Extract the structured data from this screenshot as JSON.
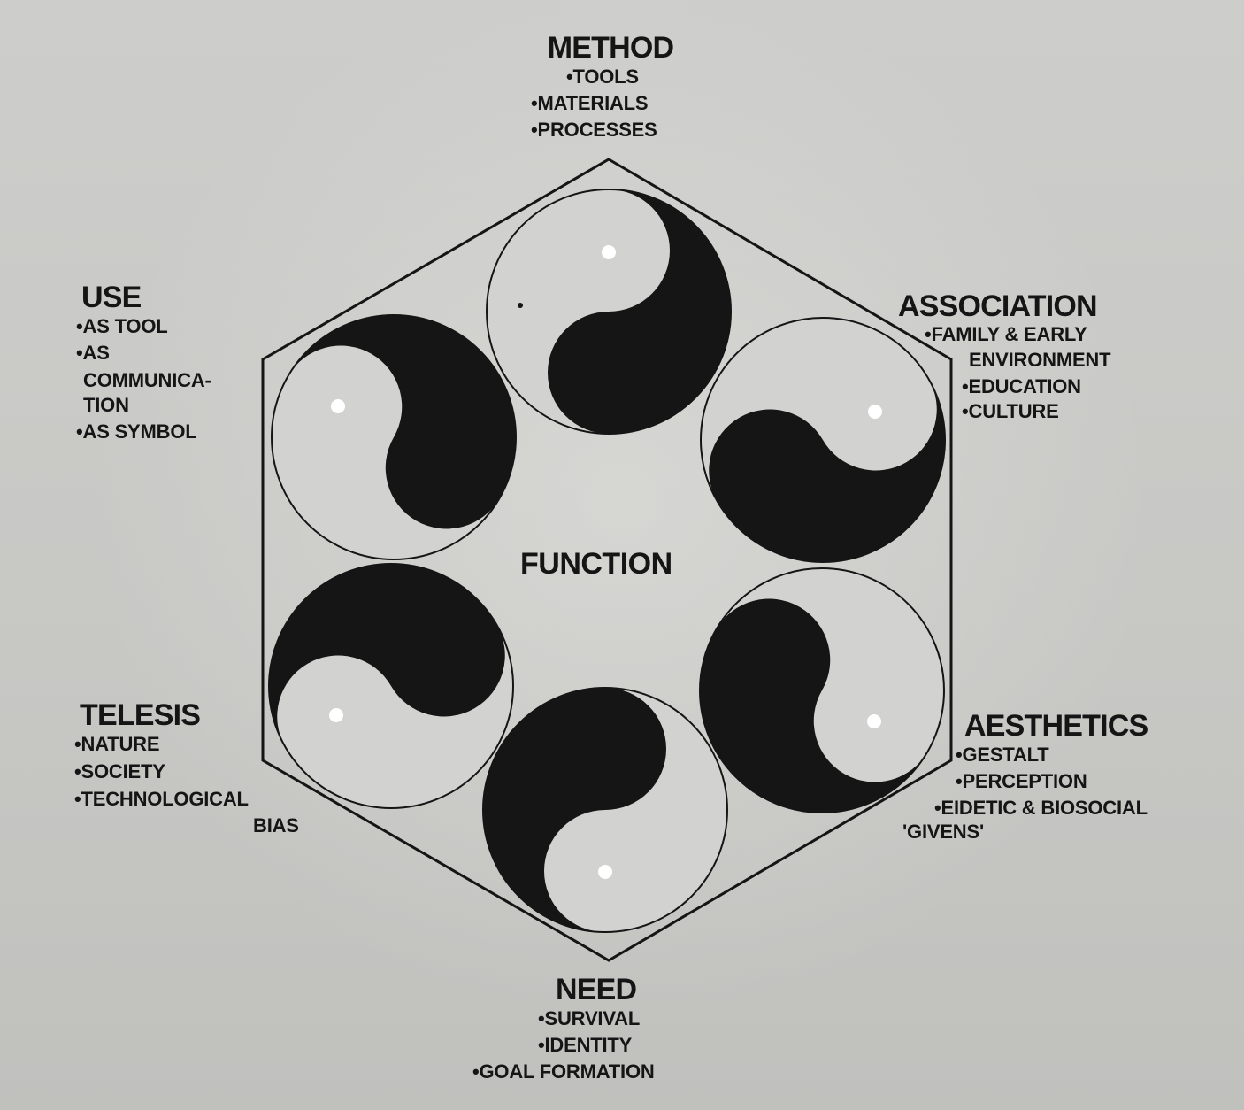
{
  "diagram": {
    "center": "FUNCTION",
    "nodes": {
      "method": {
        "title": "METHOD",
        "items": [
          "•TOOLS",
          "•MATERIALS",
          "•PROCESSES"
        ]
      },
      "association": {
        "title": "ASSOCIATION",
        "items": [
          "•FAMILY & EARLY",
          "ENVIRONMENT",
          "•EDUCATION",
          "•CULTURE"
        ]
      },
      "aesthetics": {
        "title": "AESTHETICS",
        "items": [
          "•GESTALT",
          "•PERCEPTION",
          "•EIDETIC & BIOSOCIAL",
          "'GIVENS'"
        ]
      },
      "need": {
        "title": "NEED",
        "items": [
          "•SURVIVAL",
          "•IDENTITY",
          "•GOAL FORMATION"
        ]
      },
      "telesis": {
        "title": "TELESIS",
        "items": [
          "•NATURE",
          "•SOCIETY",
          "•TECHNOLOGICAL",
          "BIAS"
        ]
      },
      "use": {
        "title": "USE",
        "items": [
          "•AS TOOL",
          "•AS",
          "COMMUNICA-",
          "TION",
          "•AS SYMBOL"
        ]
      }
    },
    "colors": {
      "ink": "#151515",
      "paper": "#d2d2d0",
      "background": "#c9c9c7"
    }
  }
}
